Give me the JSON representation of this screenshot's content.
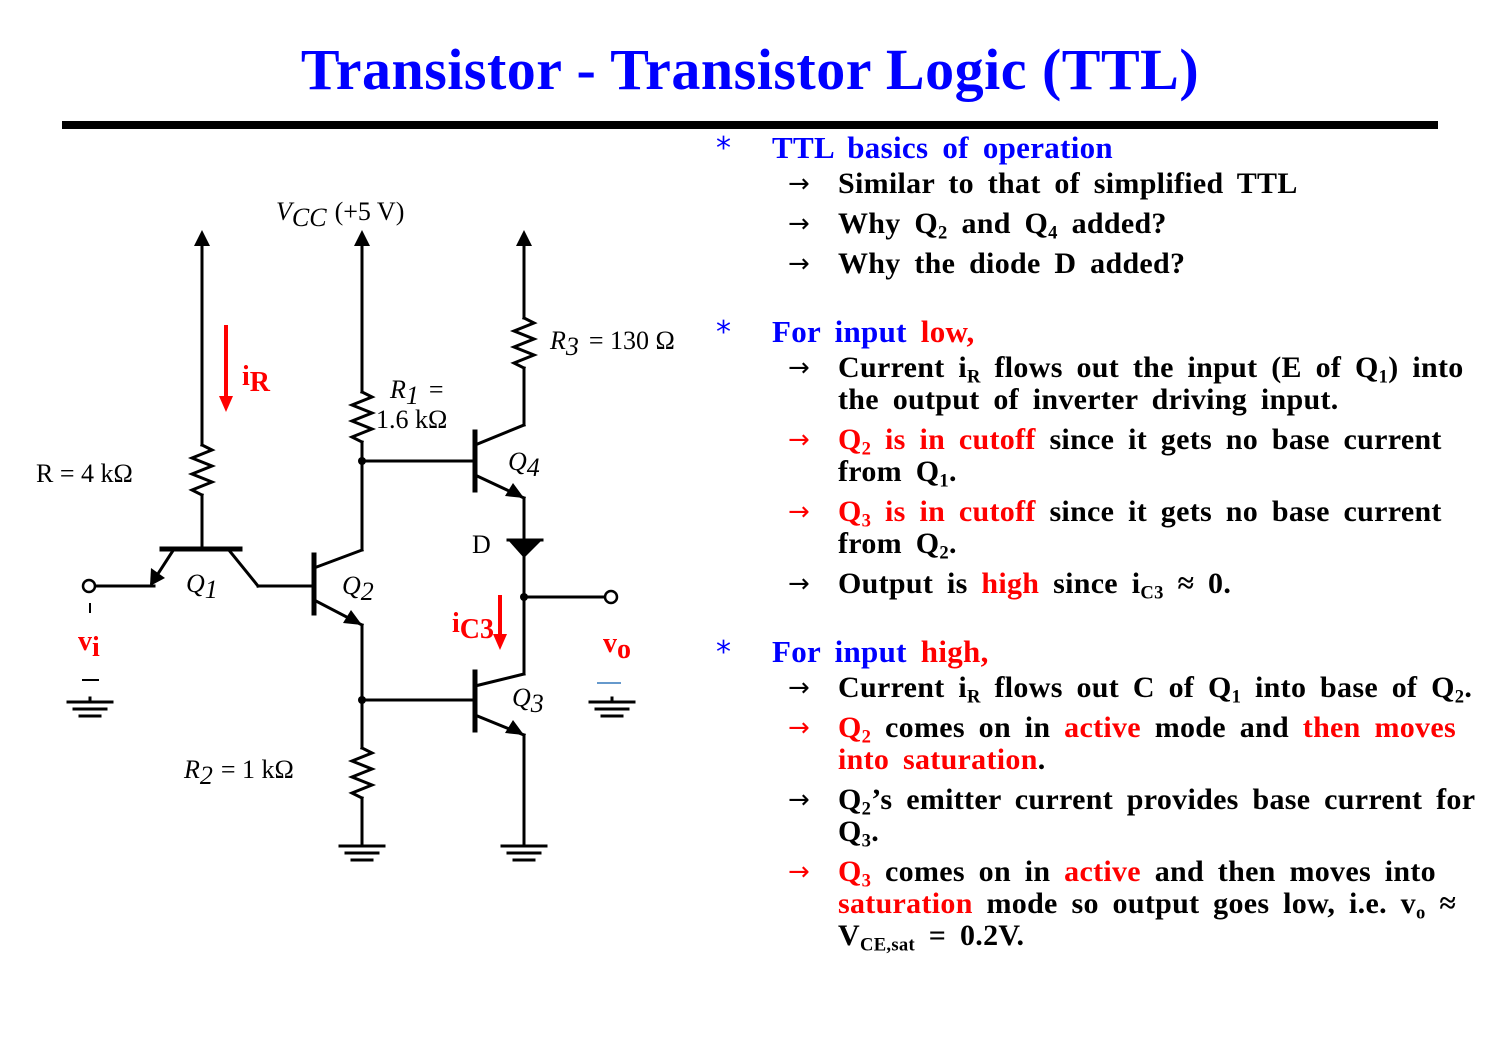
{
  "title": "Transistor - Transistor  Logic  (TTL)",
  "circuit": {
    "vcc_label": "V",
    "vcc_sub": "CC",
    "vcc_value": "(+5 V)",
    "r_label": "R = 4 kΩ",
    "r1_label": "R",
    "r1_sub": "1",
    "r1_eq": "=",
    "r1_value": "1.6 kΩ",
    "r2_label": "R",
    "r2_sub": "2",
    "r2_value": "= 1 kΩ",
    "r3_label": "R",
    "r3_sub": "3",
    "r3_value": "= 130 Ω",
    "q1": "Q",
    "q1_sub": "1",
    "q2": "Q",
    "q2_sub": "2",
    "q3": "Q",
    "q3_sub": "3",
    "q4": "Q",
    "q4_sub": "4",
    "diode": "D",
    "ir": "i",
    "ir_sub": "R",
    "ic3": "i",
    "ic3_sub": "C3",
    "vi": "v",
    "vi_sub": "i",
    "vo": "v",
    "vo_sub": "o",
    "accent": "#ff0000"
  },
  "notes": {
    "star": "*",
    "arrow": "→",
    "s1": {
      "head": "TTL  basics  of  operation",
      "b1": "Similar  to  that  of  simplified  TTL",
      "b2_a": "Why  Q",
      "b2_s1": "2",
      "b2_b": "  and  Q",
      "b2_s2": "4",
      "b2_c": "  added?",
      "b3": "Why  the  diode  D  added?"
    },
    "s2": {
      "head_a": "For  input  ",
      "head_b": "low,",
      "b1_a": "Current  i",
      "b1_s": "R",
      "b1_b": "  flows  out  the  input  (E  of  Q",
      "b1_s2": "1",
      "b1_c": ")  into  the  output  of  inverter  driving  input.",
      "b2_a": "Q",
      "b2_s": "2",
      "b2_b": "  is  in  cutoff",
      "b2_c": "  since  it  gets  no  base  current  from  Q",
      "b2_s2": "1",
      "b2_d": ".",
      "b3_a": "Q",
      "b3_s": "3",
      "b3_b": "  is  in  cutoff",
      "b3_c": "  since  it  gets  no  base  current  from  Q",
      "b3_s2": "2",
      "b3_d": ".",
      "b4_a": "Output  is  ",
      "b4_b": "high",
      "b4_c": "  since  i",
      "b4_s": "C3",
      "b4_d": " ≈ 0."
    },
    "s3": {
      "head_a": "For  input  ",
      "head_b": "high,",
      "b1_a": "Current  i",
      "b1_s": "R",
      "b1_b": "  flows  out  C  of  Q",
      "b1_s2": "1",
      "b1_c": "  into  base  of  Q",
      "b1_s3": "2",
      "b1_d": ".",
      "b2_a": "Q",
      "b2_s": "2",
      "b2_b": "  comes  on  in  ",
      "b2_c": "active",
      "b2_d": "  mode  and  ",
      "b2_e": "then  moves  into  saturation",
      "b2_f": ".",
      "b3_a": "Q",
      "b3_s": "2",
      "b3_b": "’s  emitter  current  provides  base  current  for  Q",
      "b3_s2": "3",
      "b3_c": ".",
      "b4_a": "Q",
      "b4_s": "3",
      "b4_b": "  comes  on  in  ",
      "b4_c": "active",
      "b4_d": "  and  then  moves  into  ",
      "b4_e": "saturation",
      "b4_f": "  mode  so  output  goes  low,  i.e.  v",
      "b4_s2": "o",
      "b4_g": " ≈ V",
      "b4_s3": "CE,sat",
      "b4_h": " = 0.2V."
    }
  }
}
